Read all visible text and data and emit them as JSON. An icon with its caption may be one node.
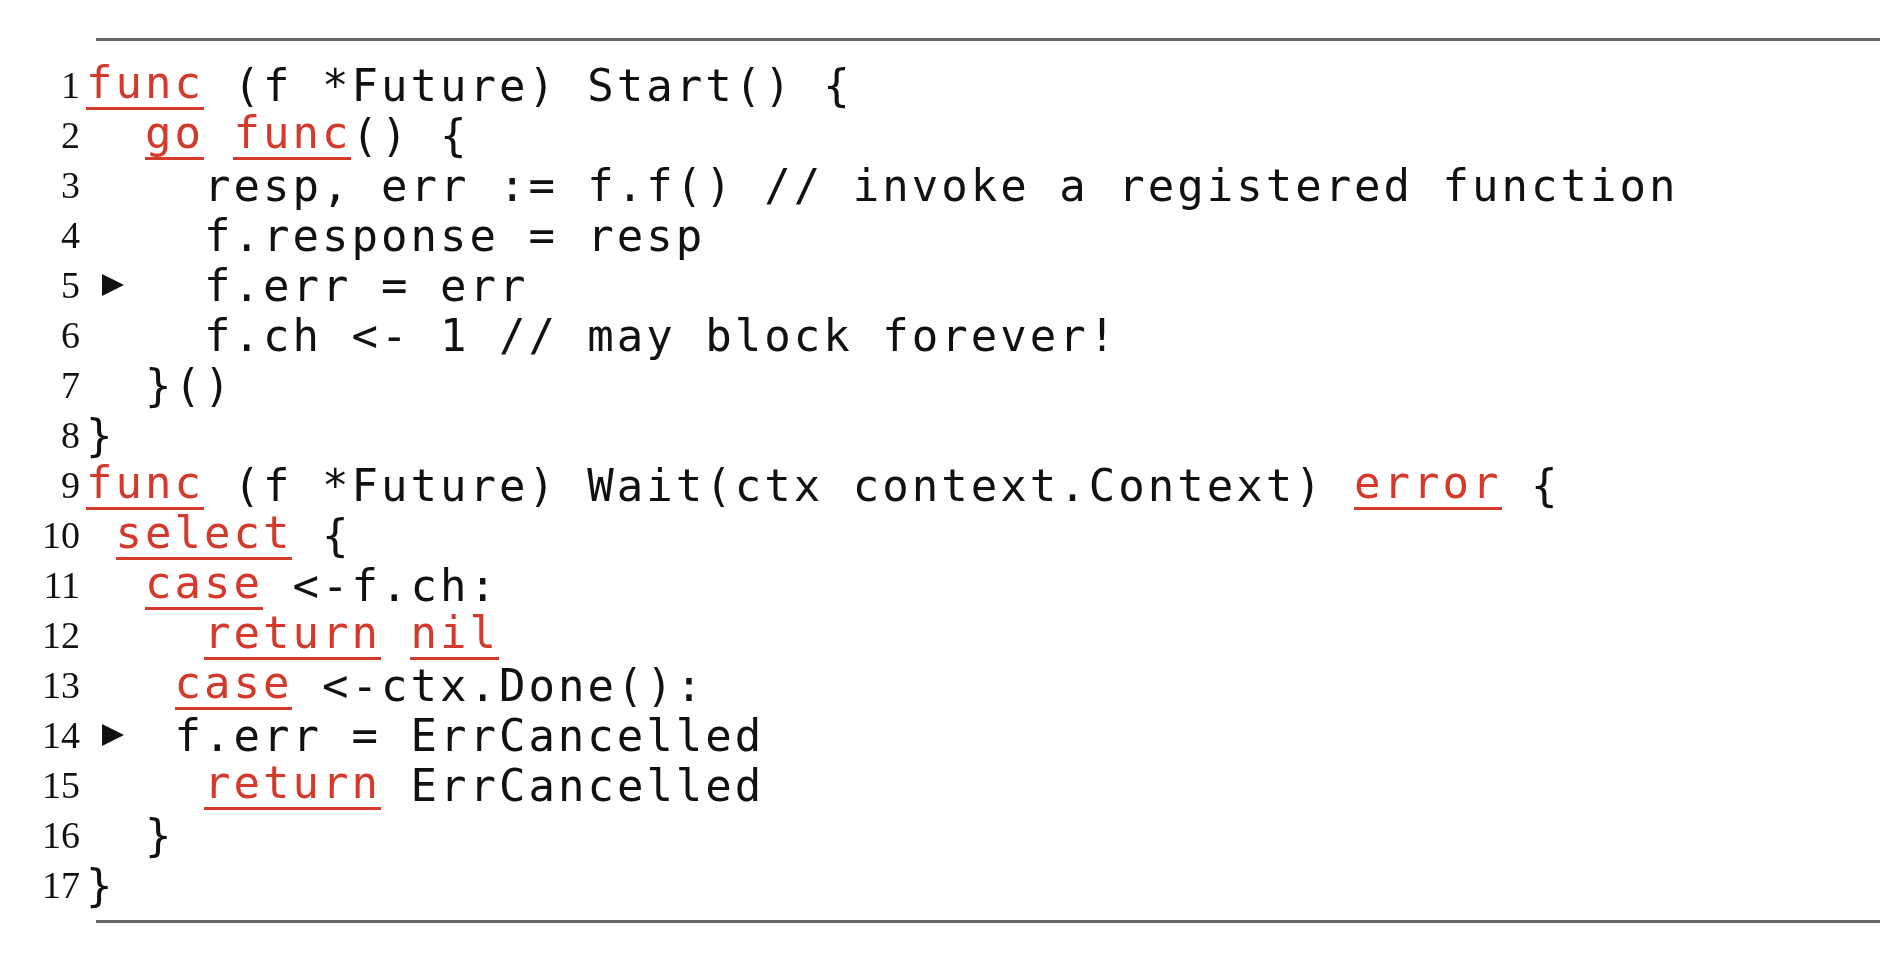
{
  "diagram": {
    "labels": [
      "1",
      "func",
      "(f *Future) Start() {",
      "2",
      "go",
      "func",
      "() {",
      "3",
      "resp, err := f.f() // invoke a registered function",
      "4",
      "f.response = resp",
      "5",
      "f.err = err",
      "6",
      "f.ch <- 1 // may block forever!",
      "7",
      "}()",
      "8",
      "}",
      "9",
      "func",
      "(f *Future) Wait(ctx context.Context)",
      "error",
      "{",
      "10",
      "select",
      "{",
      "11",
      "case",
      "<-f.ch:",
      "12",
      "return",
      "nil",
      "13",
      "case",
      "<-ctx.Done():",
      "14",
      "f.err = ErrCancelled",
      "15",
      "return",
      "ErrCancelled",
      "16",
      "}",
      "17",
      "}"
    ]
  }
}
